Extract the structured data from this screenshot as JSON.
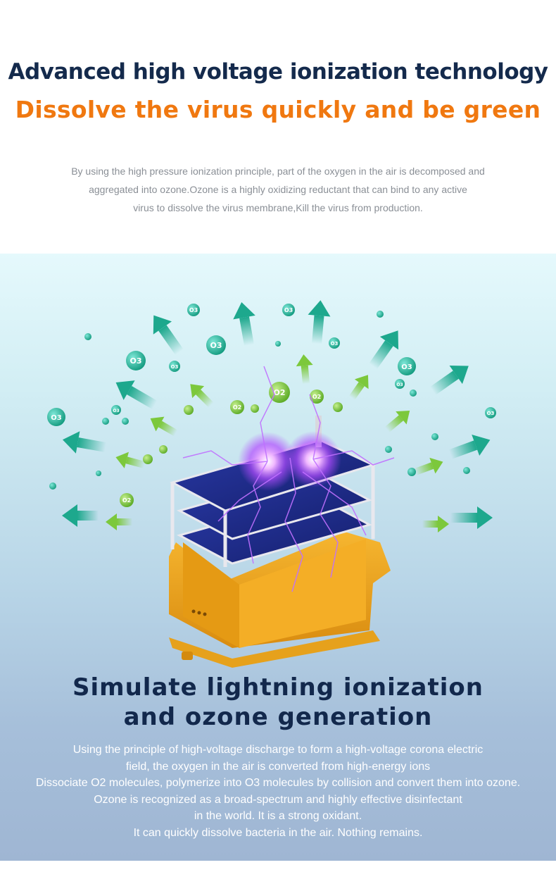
{
  "header": {
    "title": "Advanced high voltage ionization technology",
    "subtitle": "Dissolve the virus quickly and be green"
  },
  "intro": {
    "lines": [
      "By using the high pressure ionization principle, part of the oxygen in the air is decomposed and",
      "aggregated into ozone.Ozone is a highly oxidizing reductant that can bind to any active",
      "virus to dissolve the virus membrane,Kill the virus from production."
    ]
  },
  "illustration": {
    "molecule_labels": [
      "O3",
      "O2"
    ],
    "colors": {
      "arrow_teal": "#1faa8f",
      "arrow_green": "#7cc83c",
      "housing": "#f0a51a",
      "plate": "#1c2a8c",
      "spark": "#b24cff"
    }
  },
  "section": {
    "title_lines": [
      "Simulate lightning ionization",
      "and ozone generation"
    ],
    "description_lines": [
      "Using the principle of high-voltage discharge to form a high-voltage corona electric",
      "field, the oxygen in the air is converted from high-energy ions",
      "Dissociate O2 molecules, polymerize into O3 molecules by collision and convert them into ozone.",
      "Ozone is recognized as a broad-spectrum and highly effective disinfectant",
      "in the world. It is a strong oxidant.",
      "It can quickly dissolve bacteria in the air. Nothing remains."
    ]
  }
}
